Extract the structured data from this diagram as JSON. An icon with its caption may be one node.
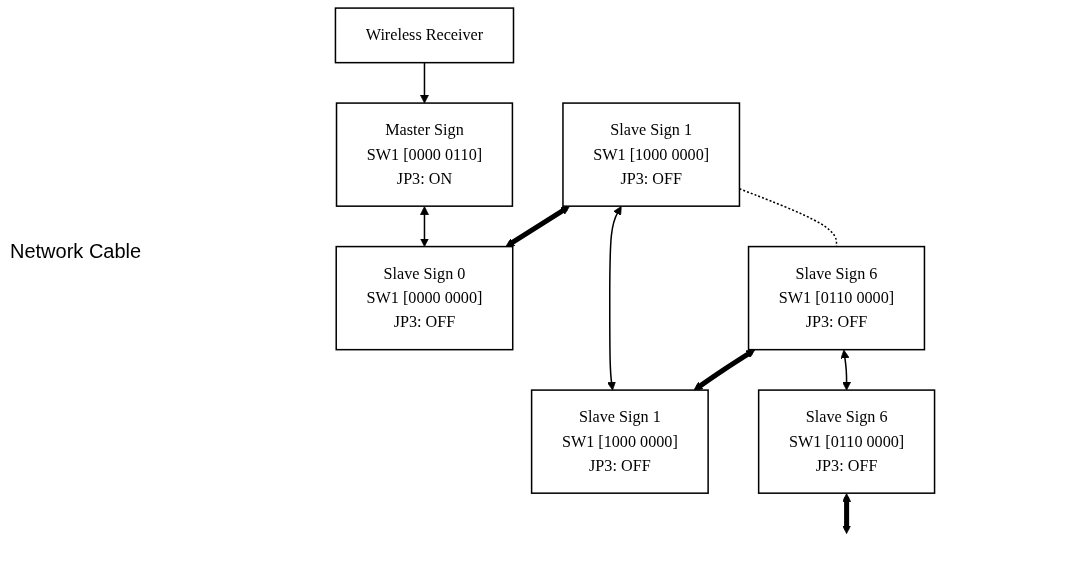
{
  "diagram": {
    "nodes": [
      {
        "text": [
          "Wireless Receiver"
        ]
      },
      {
        "text": [
          "Master Sign",
          "SW1 [0000 0110]",
          "JP3: ON"
        ]
      },
      {
        "text": [
          "Slave Sign 1",
          "SW1 [1000 0000]",
          "JP3: OFF"
        ]
      },
      {
        "text": [
          "Slave Sign 6",
          "SW1 [0110 0000]",
          "JP3: OFF"
        ]
      },
      {
        "text": [
          "Slave Sign 0",
          "SW1 [0000 0000]",
          "JP3: OFF"
        ]
      },
      {
        "text": [
          "Slave Sign 1",
          "SW1 [1000 0000]",
          "JP3: OFF"
        ]
      },
      {
        "text": [
          "Slave Sign 6",
          "SW1 [0110 0000]",
          "JP3: OFF"
        ]
      }
    ],
    "edges": [
      {
        "from": 0,
        "to": 1,
        "arrow": "to"
      },
      {
        "from": 1,
        "to": 4,
        "arrow": "both"
      },
      {
        "from": 4,
        "to": 2,
        "arrow": "both",
        "style": "thick"
      },
      {
        "from": 2,
        "to": 5,
        "arrow": "both"
      },
      {
        "from": 5,
        "to": 3,
        "arrow": "both",
        "style": "thick"
      },
      {
        "from": 3,
        "to": 6,
        "arrow": "both"
      },
      {
        "from": 6,
        "to": null,
        "arrow": "both",
        "style": "thick"
      },
      {
        "from": 2,
        "to": 3,
        "arrow": "none",
        "style": "dashed"
      }
    ],
    "labels": [
      "Network Cable"
    ]
  }
}
